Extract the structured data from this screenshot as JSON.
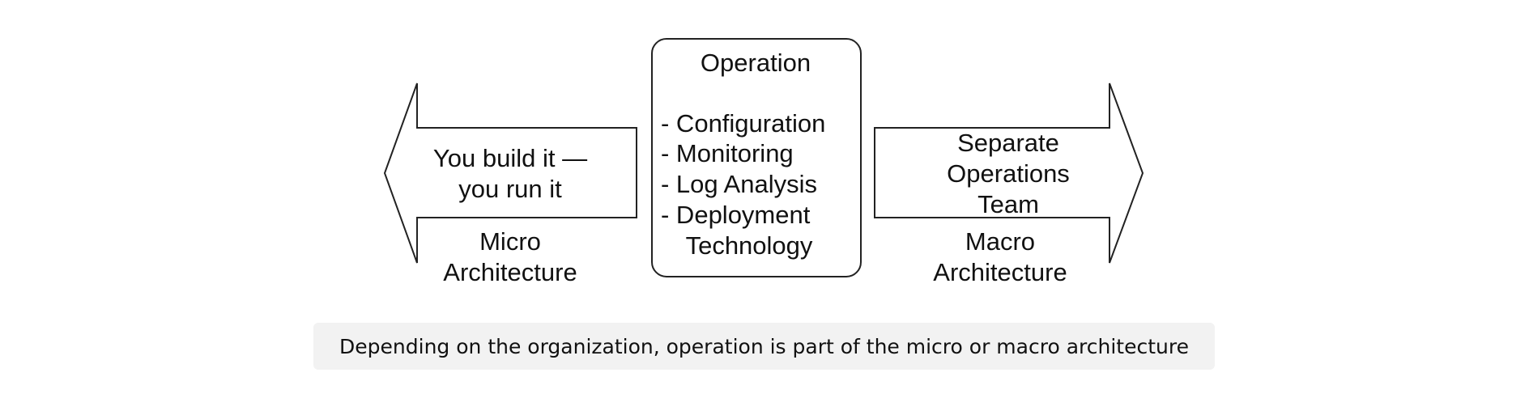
{
  "left_arrow": {
    "lines": [
      "You build it —",
      "you run it"
    ]
  },
  "left_label": {
    "lines": [
      "Micro",
      "Architecture"
    ]
  },
  "center_box": {
    "title": "Operation",
    "items": [
      "- Configuration",
      "- Monitoring",
      "- Log Analysis",
      "- Deployment",
      "Technology"
    ]
  },
  "right_arrow": {
    "lines": [
      "Separate",
      "Operations",
      "Team"
    ]
  },
  "right_label": {
    "lines": [
      "Macro",
      "Architecture"
    ]
  },
  "caption": "Depending on the organization, operation is part of the micro or macro architecture"
}
